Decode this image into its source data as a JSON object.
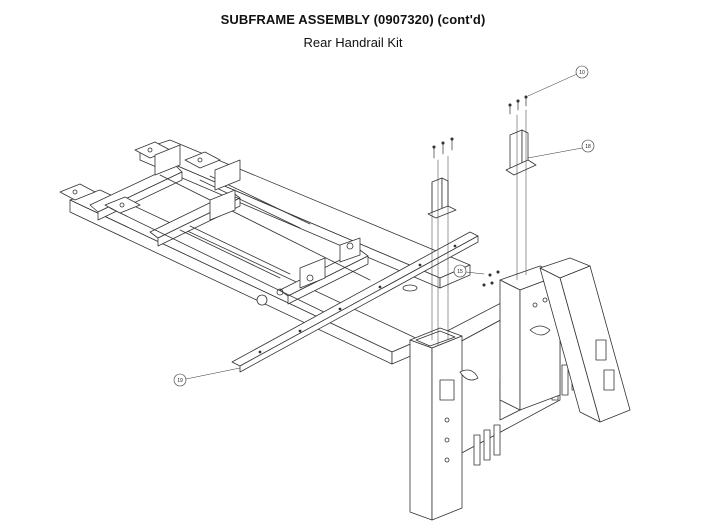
{
  "header": {
    "title": "SUBFRAME ASSEMBLY (0907320) (cont'd)",
    "subtitle": "Rear Handrail Kit"
  },
  "callouts": {
    "c1": "10",
    "c2": "18",
    "c3": "15",
    "c4": "19"
  }
}
